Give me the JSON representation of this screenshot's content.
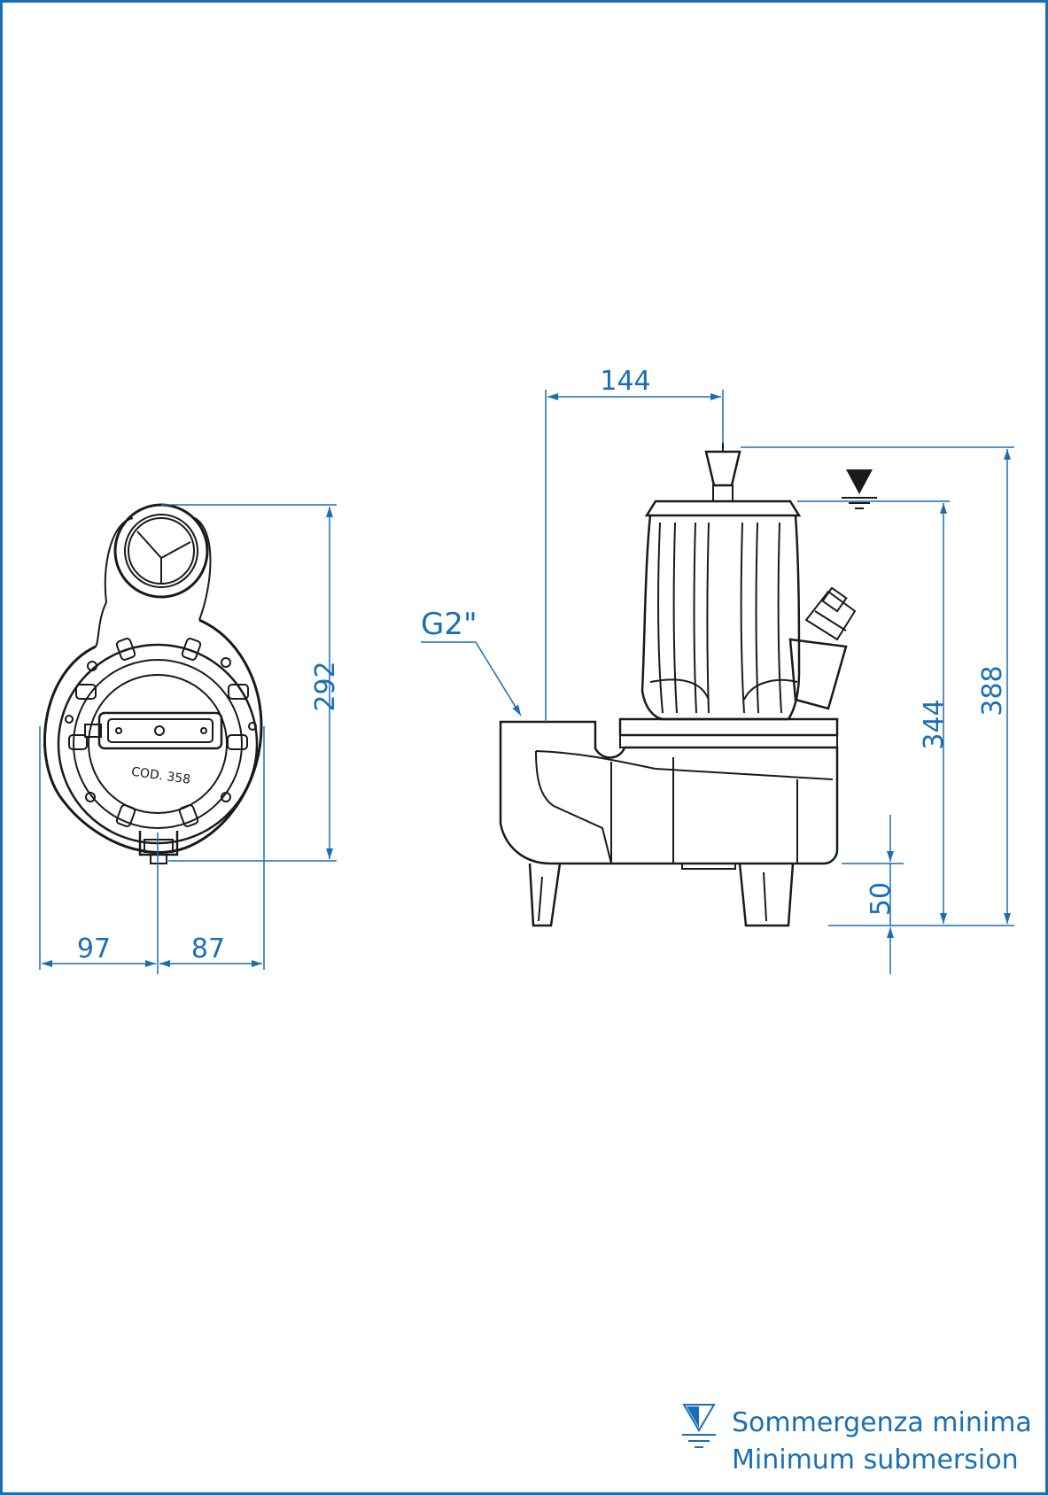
{
  "colors": {
    "dimension": "#1a6fb4",
    "outline": "#1a1a1a",
    "frame": "#1a6fb4"
  },
  "top_view": {
    "code_mark": "COD. 358",
    "dims": {
      "height": "292",
      "left_width": "97",
      "right_width": "87"
    }
  },
  "side_view": {
    "thread_label": "G2\"",
    "dims": {
      "outlet_offset": "144",
      "min_submersion_height": "344",
      "total_height": "388",
      "foot_clearance": "50"
    },
    "symbol": "submersion-level-icon"
  },
  "legend": {
    "symbol": "submersion-level-icon",
    "line_it": "Sommergenza minima",
    "line_en": "Minimum submersion"
  }
}
